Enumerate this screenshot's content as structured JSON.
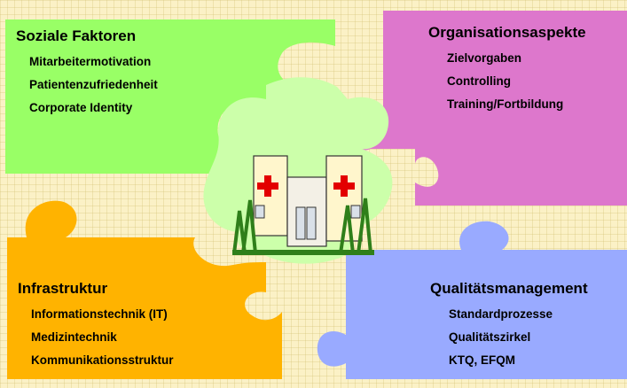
{
  "quadrants": [
    {
      "title": "Soziale Faktoren",
      "items": [
        "Mitarbeitermotivation",
        "Patientenzufriedenheit",
        "Corporate Identity"
      ],
      "color": "#99ff66"
    },
    {
      "title": "Organisationsaspekte",
      "items": [
        "Zielvorgaben",
        "Controlling",
        "Training/Fortbildung"
      ],
      "color": "#dd77cc"
    },
    {
      "title": "Infrastruktur",
      "items": [
        "Informationstechnik (IT)",
        "Medizintechnik",
        "Kommunikationsstruktur"
      ],
      "color": "#ffb300"
    },
    {
      "title": "Qualitätsmanagement",
      "items": [
        "Standardprozesse",
        "Qualitätszirkel",
        "KTQ, EFQM"
      ],
      "color": "#99aaff"
    }
  ],
  "center": {
    "icon": "hospital-icon",
    "color": "#ccffaa"
  },
  "background_color": "#fbf1c6"
}
